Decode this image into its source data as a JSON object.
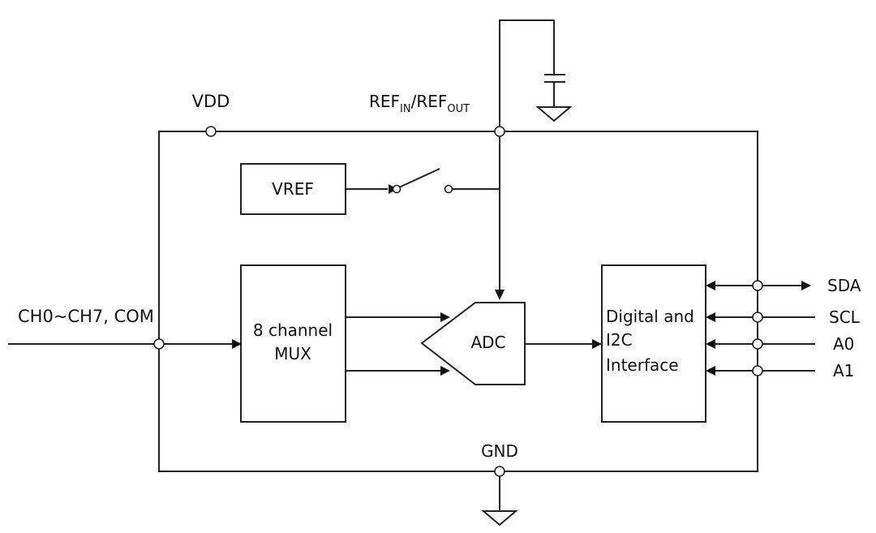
{
  "pins": {
    "vdd": "VDD",
    "ref_main": "REF",
    "ref_in_sub": "IN",
    "ref_sep": "/REF",
    "ref_out_sub": "OUT",
    "gnd": "GND",
    "inputs": "CH0~CH7, COM",
    "sda": "SDA",
    "scl": "SCL",
    "a0": "A0",
    "a1": "A1"
  },
  "blocks": {
    "vref": "VREF",
    "mux_line1": "8 channel",
    "mux_line2": "MUX",
    "adc": "ADC",
    "digital_line1": "Digital and",
    "digital_line2": "I2C",
    "digital_line3": "Interface"
  }
}
